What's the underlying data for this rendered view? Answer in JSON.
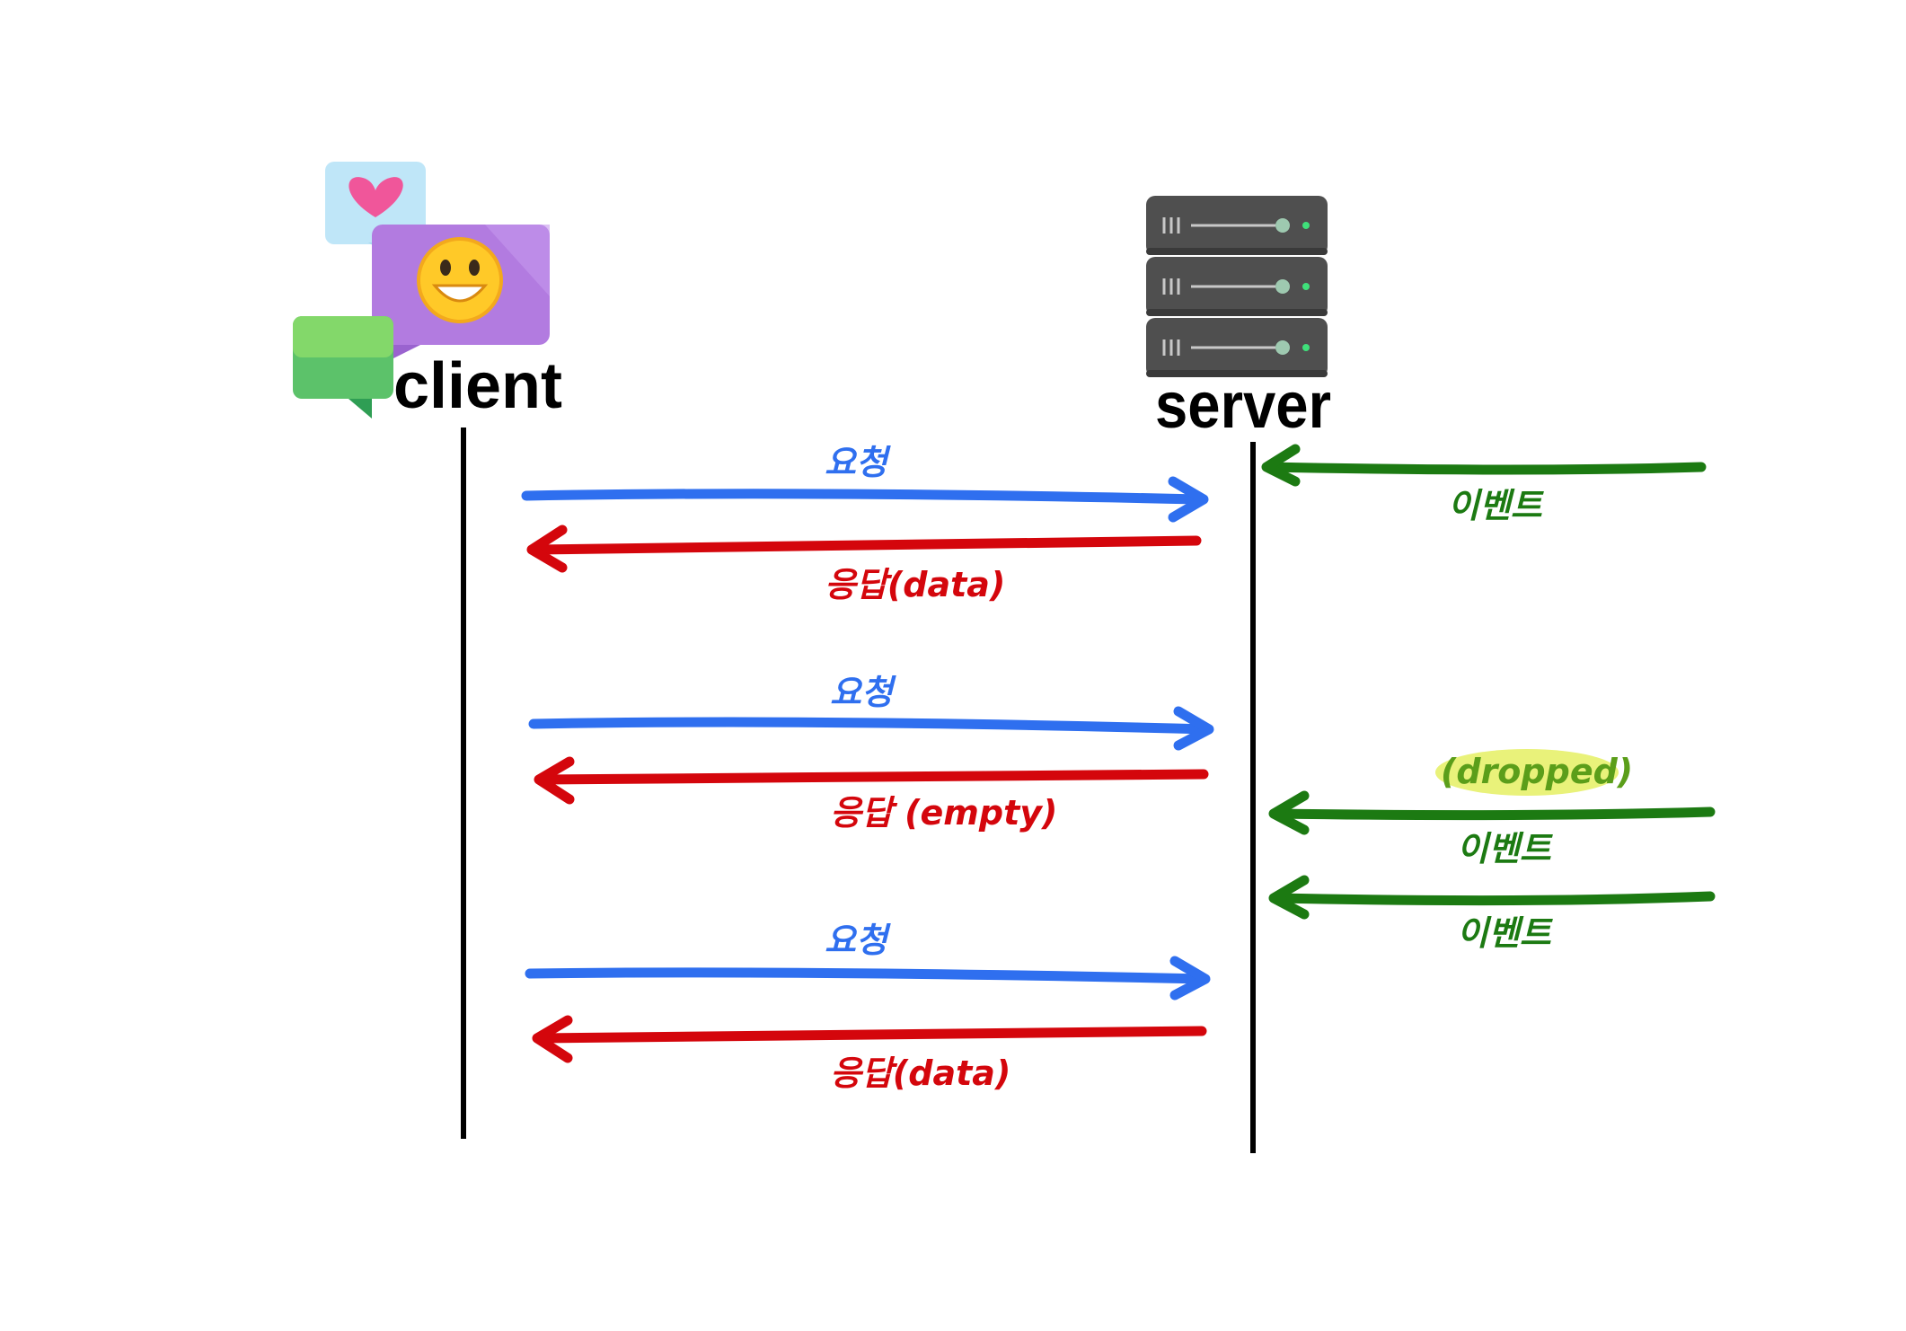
{
  "actors": {
    "client": {
      "label": "client",
      "icon": "chat-bubbles-icon"
    },
    "server": {
      "label": "server",
      "icon": "server-rack-icon"
    }
  },
  "colors": {
    "request": "#2f6fef",
    "response": "#d4060c",
    "event": "#1c7a12",
    "dropped_highlight": "#e9f27a",
    "lifeline": "#000000"
  },
  "messages": {
    "request_1": "요청",
    "response_1": "응답(data)",
    "request_2": "요청",
    "response_2": "응답 (empty)",
    "request_3": "요청",
    "response_3": "응답(data)"
  },
  "events": {
    "event_1": "이벤트",
    "dropped_note": "(dropped)",
    "event_2": "이벤트",
    "event_3": "이벤트"
  }
}
